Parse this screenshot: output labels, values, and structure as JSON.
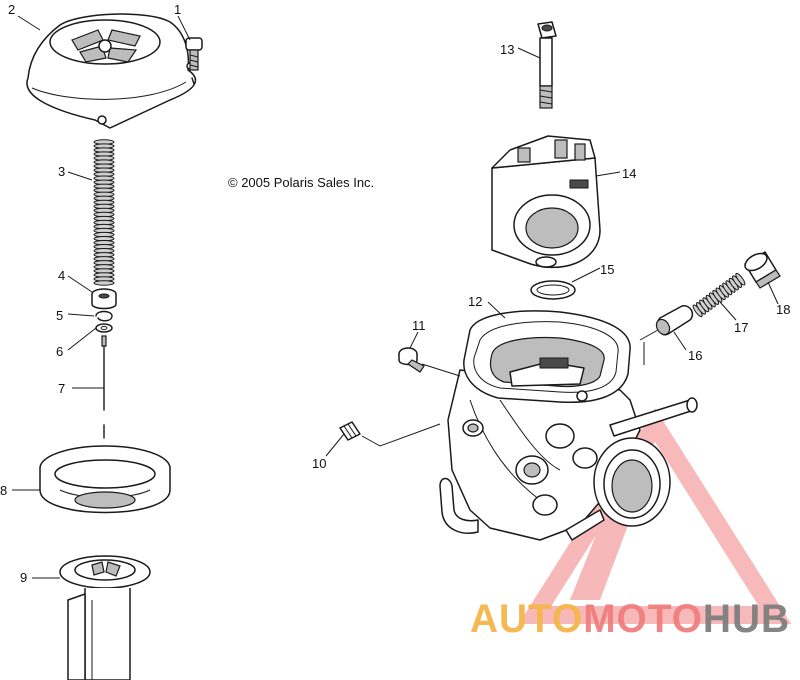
{
  "copyright": "© 2005 Polaris Sales Inc.",
  "callouts": [
    "1",
    "2",
    "3",
    "4",
    "5",
    "6",
    "7",
    "8",
    "9",
    "10",
    "11",
    "12",
    "13",
    "14",
    "15",
    "16",
    "17",
    "18"
  ],
  "watermark": {
    "part1": "AUTO",
    "part2": "MOTO",
    "part3": "HUB",
    "color_orange": "#f5b54a",
    "color_red": "#f07f7f",
    "color_gray": "#7f7f7f"
  }
}
